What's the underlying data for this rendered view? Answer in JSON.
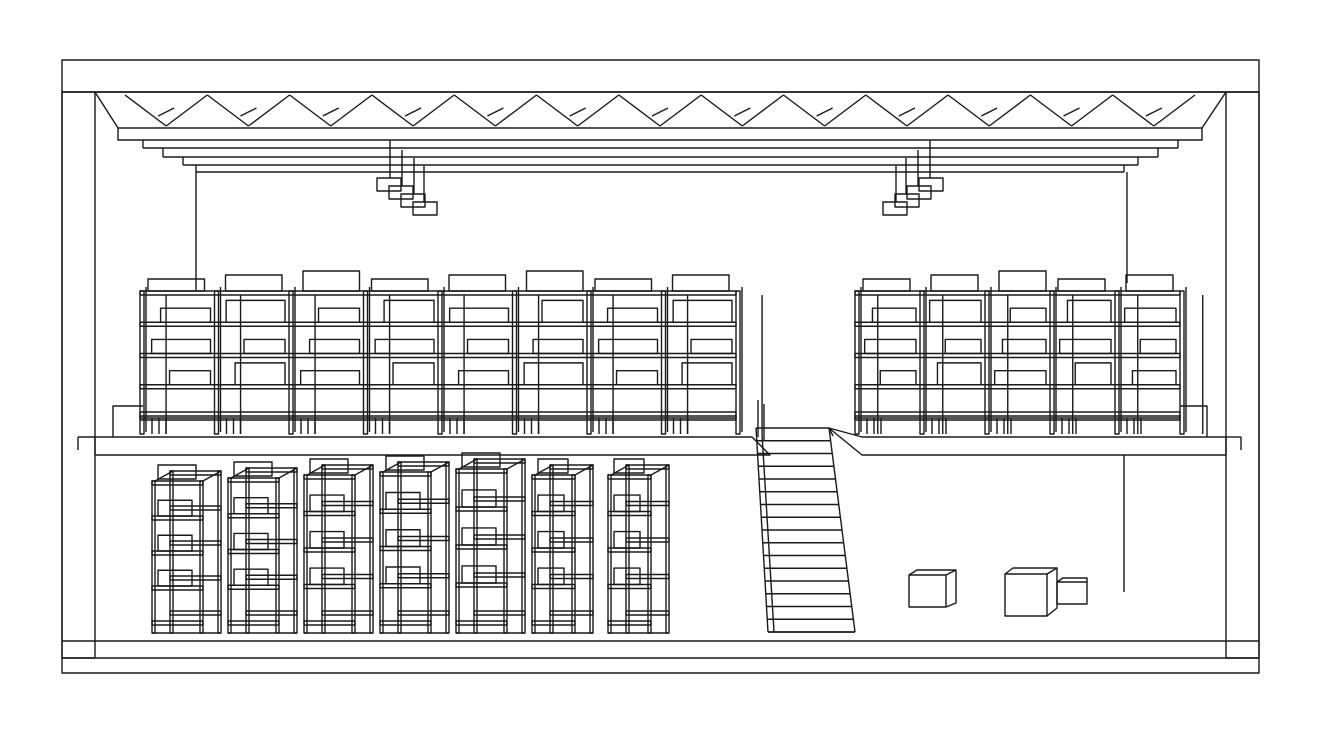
{
  "drawing": {
    "subject": "warehouse-mezzanine-section",
    "line_color": "#1a1a1a",
    "background": "#ffffff",
    "upper_left_rack_bays": 8,
    "upper_right_rack_bays": 5,
    "upper_rack_levels": 5,
    "lower_rack_units": 7,
    "lower_rack_levels": 5,
    "stair_steps": 16,
    "ceiling_lights": 2,
    "floor_boxes": 3
  }
}
